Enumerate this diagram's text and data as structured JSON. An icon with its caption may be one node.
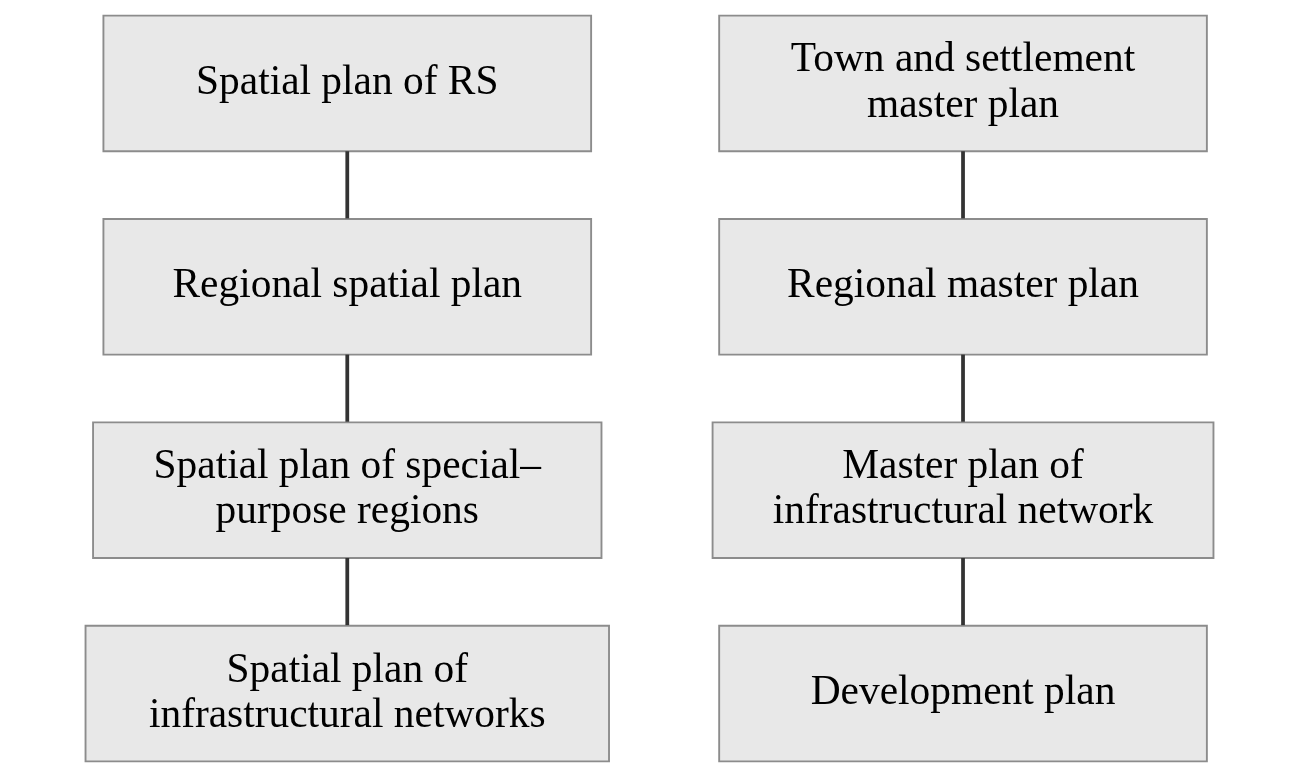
{
  "diagram": {
    "nodes": [
      {
        "text": [
          "Spatial plan of RS"
        ]
      },
      {
        "text": [
          "Regional spatial plan"
        ]
      },
      {
        "text": [
          "Spatial plan of special– purpose regions"
        ]
      },
      {
        "text": [
          "Spatial plan of infrastructural networks"
        ]
      },
      {
        "text": [
          "Town and settlement master plan"
        ]
      },
      {
        "text": [
          "Regional master plan"
        ]
      },
      {
        "text": [
          "Master plan of infrastructural network"
        ]
      },
      {
        "text": [
          "Development plan"
        ]
      }
    ],
    "edges": [
      {
        "from": 0,
        "to": 1,
        "arrow": "none"
      },
      {
        "from": 1,
        "to": 2,
        "arrow": "none"
      },
      {
        "from": 2,
        "to": 3,
        "arrow": "none"
      },
      {
        "from": 4,
        "to": 5,
        "arrow": "none"
      },
      {
        "from": 5,
        "to": 6,
        "arrow": "none"
      },
      {
        "from": 6,
        "to": 7,
        "arrow": "none"
      }
    ]
  }
}
